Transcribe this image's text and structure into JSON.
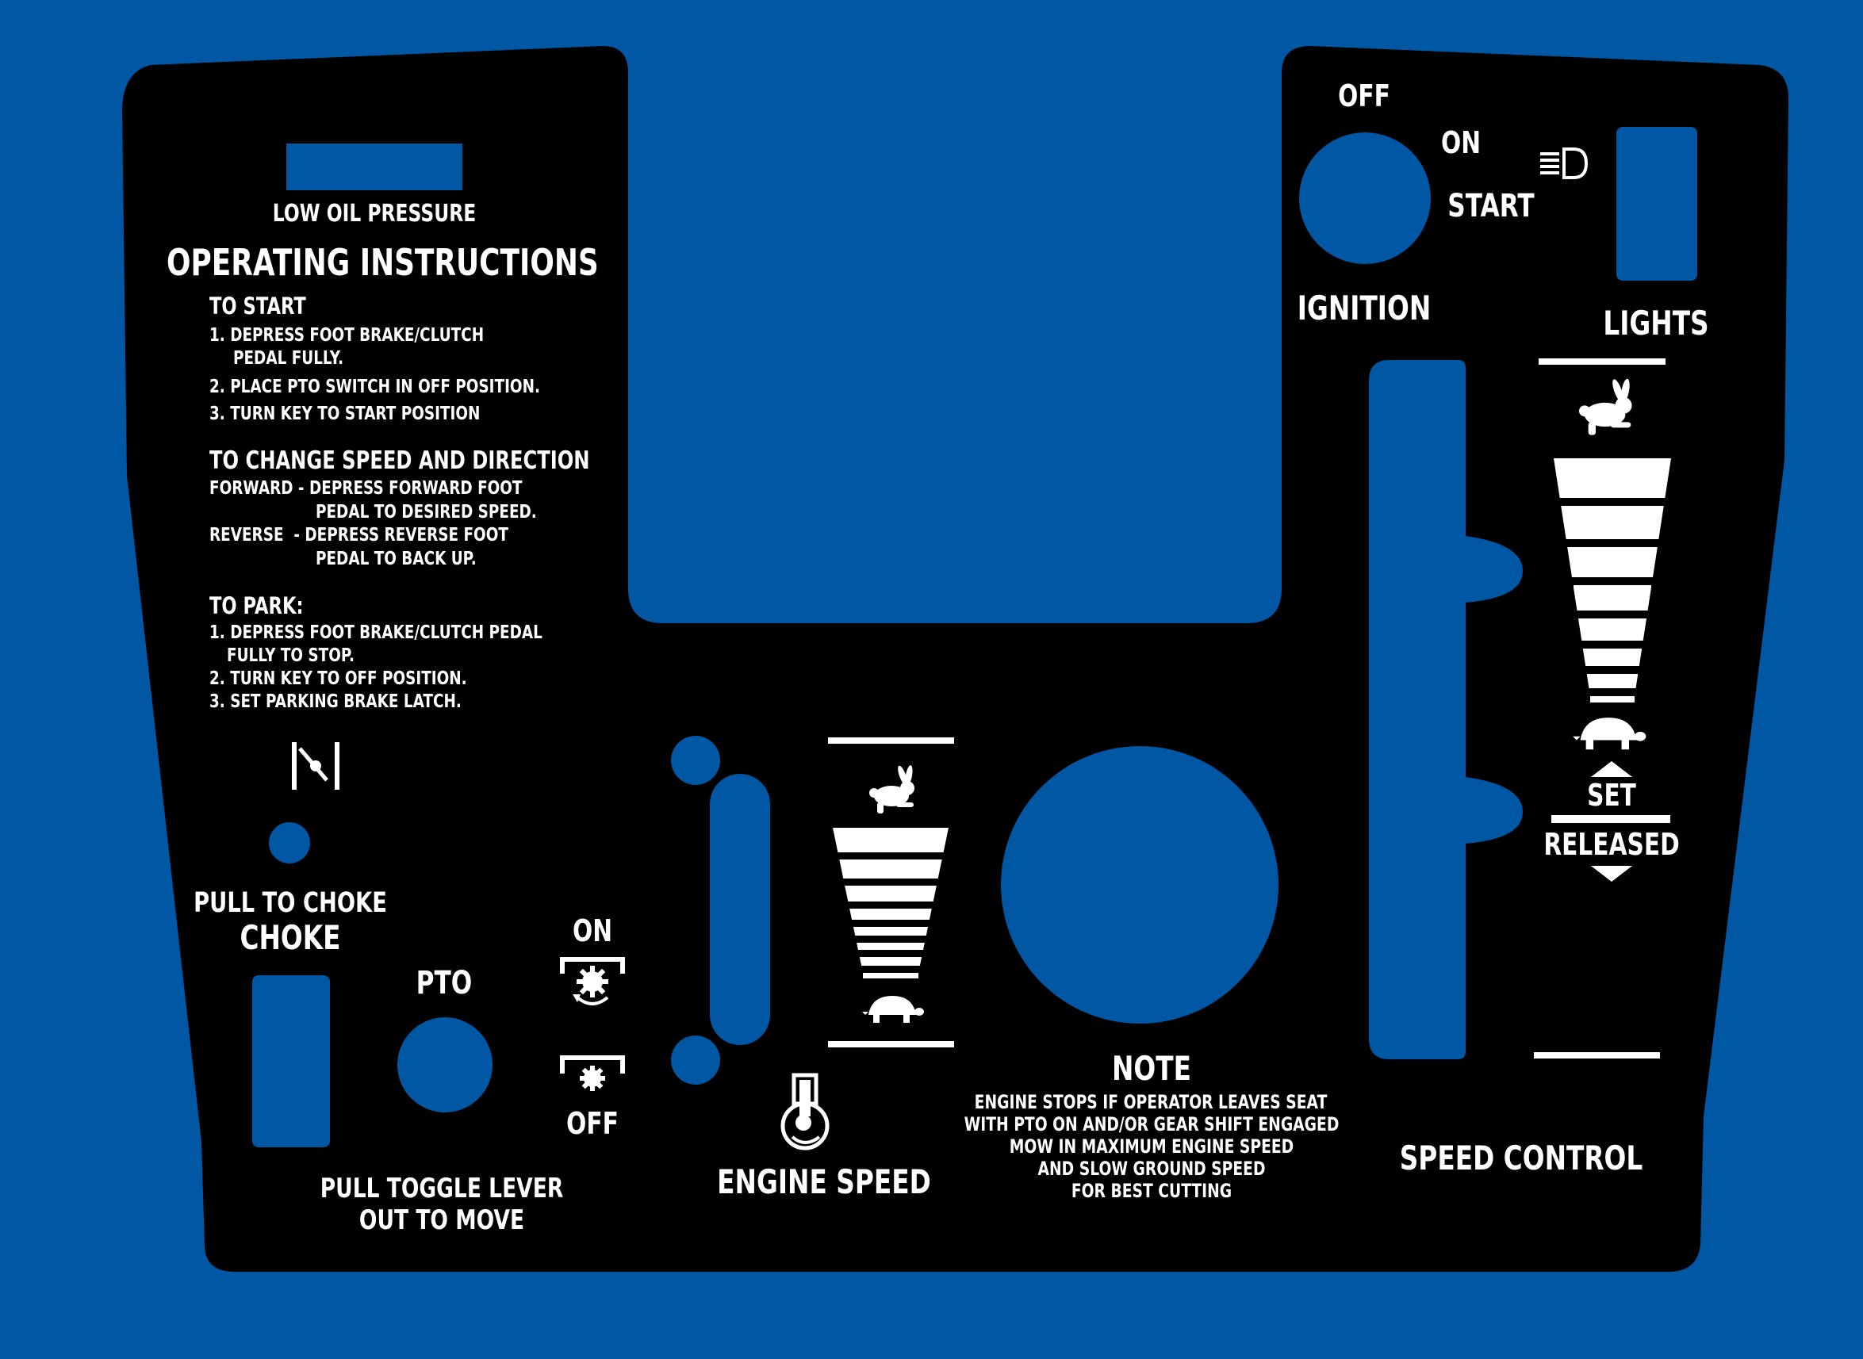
{
  "colors": {
    "background": "#0057A3",
    "panel": "#000000",
    "marking": "#FFFFFF"
  },
  "indicators": {
    "low_oil_pressure": "LOW OIL PRESSURE"
  },
  "instructions": {
    "title": "OPERATING INSTRUCTIONS",
    "start_heading": "TO START",
    "start_step1a": "1. DEPRESS FOOT BRAKE/CLUTCH",
    "start_step1b": "PEDAL FULLY.",
    "start_step2": "2. PLACE PTO SWITCH IN OFF POSITION.",
    "start_step3": "3. TURN KEY TO START POSITION",
    "speed_heading": "TO CHANGE SPEED AND DIRECTION",
    "forward_a": "FORWARD - DEPRESS FORWARD FOOT",
    "forward_b": "PEDAL TO DESIRED SPEED.",
    "reverse_a": "REVERSE  - DEPRESS REVERSE FOOT",
    "reverse_b": "PEDAL TO BACK UP.",
    "park_heading": "TO PARK:",
    "park_step1a": "1. DEPRESS FOOT BRAKE/CLUTCH PEDAL",
    "park_step1b": "FULLY TO STOP.",
    "park_step2": "2. TURN KEY TO OFF POSITION.",
    "park_step3": "3. SET PARKING BRAKE LATCH."
  },
  "ignition": {
    "off": "OFF",
    "on": "ON",
    "start": "START",
    "label": "IGNITION"
  },
  "lights": {
    "label": "LIGHTS",
    "icon": "headlight-icon"
  },
  "choke": {
    "hint": "PULL TO CHOKE",
    "label": "CHOKE",
    "icon": "choke-icon"
  },
  "pto": {
    "label": "PTO",
    "on": "ON",
    "off": "OFF",
    "toggle_1": "PULL TOGGLE LEVER",
    "toggle_2": "OUT TO MOVE"
  },
  "engine_speed": {
    "label": "ENGINE SPEED",
    "fast_icon": "rabbit-icon",
    "slow_icon": "turtle-icon",
    "throttle_icon": "throttle-icon"
  },
  "note": {
    "title": "NOTE",
    "line1": "ENGINE STOPS IF OPERATOR LEAVES SEAT",
    "line2": "WITH PTO ON AND/OR GEAR SHIFT ENGAGED",
    "line3": "MOW IN MAXIMUM ENGINE SPEED",
    "line4": "AND SLOW GROUND SPEED",
    "line5": "FOR BEST CUTTING"
  },
  "speed_control": {
    "label": "SPEED CONTROL",
    "set": "SET",
    "released": "RELEASED",
    "fast_icon": "rabbit-icon",
    "slow_icon": "turtle-icon"
  }
}
